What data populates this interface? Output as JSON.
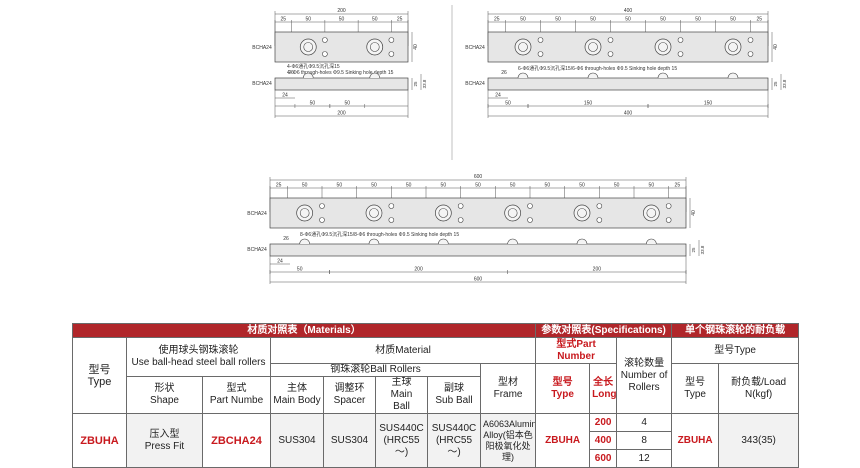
{
  "drawing_200": {
    "total_len": "200",
    "seg_top": [
      "25",
      "50",
      "50",
      "50",
      "25"
    ],
    "height": "40",
    "part_label_top": "BCHA24",
    "hole_note_cn": "4-Φ6通孔Φ9.5沉孔深15",
    "hole_note_en": "4- Φ6 through-holes Φ9.5 Sinking hole depth 15",
    "end_offset": "26",
    "part_label_side": "BCHA24",
    "side_h1": "25",
    "side_h2": "33.8",
    "bottom_small": "24",
    "seg_bottom": [
      "50",
      "50"
    ],
    "total_bottom": "200"
  },
  "drawing_400": {
    "total_len": "400",
    "seg_top": [
      "25",
      "50",
      "50",
      "50",
      "50",
      "50",
      "50",
      "50",
      "25"
    ],
    "height": "40",
    "part_label_top": "BCHA24",
    "hole_note": "6-Φ6通孔Φ9.5沉孔深15/6-Φ6 through-holes Φ9.5 Sinking hole depth 15",
    "end_offset": "26",
    "part_label_side": "BCHA24",
    "side_h1": "25",
    "side_h2": "33.8",
    "bottom_small": "24",
    "seg_bottom": [
      "50",
      "150",
      "150"
    ],
    "total_bottom": "400"
  },
  "drawing_600": {
    "total_len": "600",
    "seg_top": [
      "25",
      "50",
      "50",
      "50",
      "50",
      "50",
      "50",
      "50",
      "50",
      "50",
      "50",
      "50",
      "25"
    ],
    "height": "40",
    "part_label_top": "BCHA24",
    "hole_note": "8-Φ6通孔Φ9.5沉孔深15/8-Φ6 through-holes Φ9.5 Sinking hole depth 15",
    "end_offset": "26",
    "part_label_side": "BCHA24",
    "side_h1": "25",
    "side_h2": "33.8",
    "bottom_small": "24",
    "seg_bottom": [
      "50",
      "200",
      "200"
    ],
    "total_bottom": "600"
  },
  "table": {
    "hd_materials": "材质对照表（Materials）",
    "hd_specs": "参数对照表(Specifications)",
    "hd_load": "单个钢珠滚轮的耐负载",
    "model_type_cn": "型号",
    "model_type_en": "Type",
    "ballhead_cn": "使用球头钢珠滚轮",
    "ballhead_en": "Use ball-head steel ball rollers",
    "material_title": "材质Material",
    "shape_cn": "形状",
    "shape_en": "Shape",
    "partno_cn": "型式",
    "partno_en": "Part Numbe",
    "rollers_title": "钢珠滚轮Ball Rollers",
    "mainbody_cn": "主体",
    "mainbody_en": "Main Body",
    "spacer_cn": "调整环",
    "spacer_en": "Spacer",
    "mainball_cn": "主球　Main",
    "mainball_en": "Ball",
    "subball_cn": "副球",
    "subball_en": "Sub Ball",
    "frame_cn": "型材",
    "frame_en": "Frame",
    "spec_partno": "型式Part Number",
    "spec_type_cn": "型号",
    "spec_type_en": "Type",
    "spec_len_cn": "全长",
    "spec_len_en": "Long",
    "spec_num_cn": "滚轮数量",
    "spec_num_en1": "Number of",
    "spec_num_en2": "Rollers",
    "load_type": "型号Type",
    "load_model_cn": "型号",
    "load_model_en": "Type",
    "load_val_cn": "耐负载/Load",
    "load_val_en": "N(kgf)",
    "row_model": "ZBUHA",
    "row_shape_cn": "压入型",
    "row_shape_en": "Press Fit",
    "row_part": "ZBCHA24",
    "row_mainbody": "SUS304",
    "row_spacer": "SUS304",
    "row_mainball1": "SUS440C",
    "row_mainball2": "(HRC55～)",
    "row_subball1": "SUS440C",
    "row_subball2": "(HRC55～)",
    "row_frame": "A6063Aluminum Alloy(铝本色阳极氧化处理)",
    "row_spec_type": "ZBUHA",
    "lengths": [
      "200",
      "400",
      "600"
    ],
    "roller_counts": [
      "4",
      "8",
      "12"
    ],
    "row_load_type": "ZBUHA",
    "row_load": "343(35)"
  }
}
